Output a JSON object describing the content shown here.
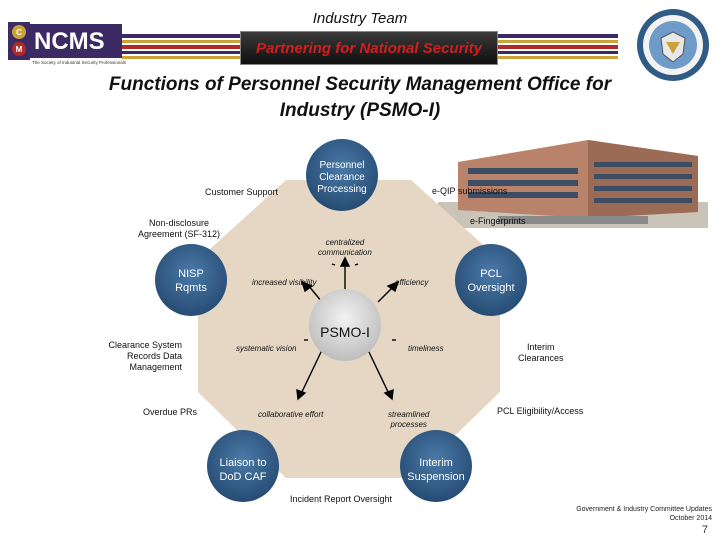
{
  "header": {
    "team_label": "Industry Team",
    "banner": "Partnering for National Security",
    "logo_text": "NCMS",
    "logo_tagline": "The Society of Industrial Security Professionals"
  },
  "title": {
    "line1": "Functions of Personnel Security Management Office for",
    "line2": "Industry (PSMO-I)"
  },
  "center": {
    "label": "PSMO-I"
  },
  "nodes": {
    "top": [
      "Personnel",
      "Clearance",
      "Processing"
    ],
    "left": [
      "NISP",
      "Rqmts"
    ],
    "right": [
      "PCL",
      "Oversight"
    ],
    "bottom_left": [
      "Liaison to",
      "DoD CAF"
    ],
    "bottom_right": [
      "Interim",
      "Suspension"
    ]
  },
  "outer_labels": {
    "customer_support": "Customer Support",
    "eqip": "e-QIP submissions",
    "nda_line1": "Non-disclosure",
    "nda_line2": "Agreement (SF-312)",
    "efingerprints": "e-Fingerprints",
    "csrdm_line1": "Clearance System",
    "csrdm_line2": "Records Data",
    "csrdm_line3": "Management",
    "interim_line1": "Interim",
    "interim_line2": "Clearances",
    "overdue": "Overdue PRs",
    "pcl_eligibility": "PCL Eligibility/Access",
    "incident": "Incident Report Oversight"
  },
  "inner_labels": {
    "centralized_line1": "centralized",
    "centralized_line2": "communication",
    "visibility": "increased visibility",
    "efficiency": "efficiency",
    "systematic": "systematic vision",
    "timeliness": "timeliness",
    "collaborative": "collaborative effort",
    "streamlined_line1": "streamlined",
    "streamlined_line2": "processes"
  },
  "footer": {
    "line1": "Government & Industry Committee Updates",
    "line2": "October 2014",
    "page": "7"
  },
  "colors": {
    "node_blue": "#2f5b86",
    "octagon": "#e5d7c4",
    "banner_text": "#d11f1f",
    "stripe_purple": "#3b2a63",
    "stripe_red": "#b12a2a",
    "stripe_gold": "#c9a23a"
  }
}
